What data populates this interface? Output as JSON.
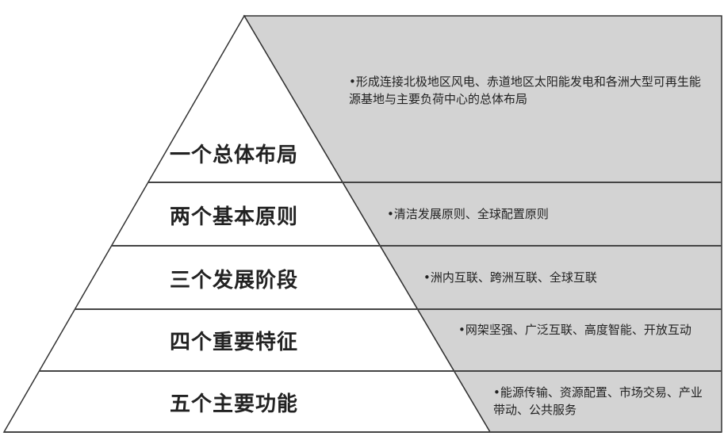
{
  "colors": {
    "gray_fill": "#d3d3d3",
    "white_fill": "#ffffff",
    "line": "#333333"
  },
  "levels": [
    {
      "label": "一个总体布局",
      "desc": "•形成连接北极地区风电、赤道地区太阳能发电和各洲大型可再生能源基地与主要负荷中心的总体布局"
    },
    {
      "label": "两个基本原则",
      "desc": "•清洁发展原则、全球配置原则"
    },
    {
      "label": "三个发展阶段",
      "desc": "•洲内互联、跨洲互联、全球互联"
    },
    {
      "label": "四个重要特征",
      "desc": "•网架坚强、广泛互联、高度智能、开放互动"
    },
    {
      "label": "五个主要功能",
      "desc": "•能源传输、资源配置、市场交易、产业带动、公共服务"
    }
  ]
}
